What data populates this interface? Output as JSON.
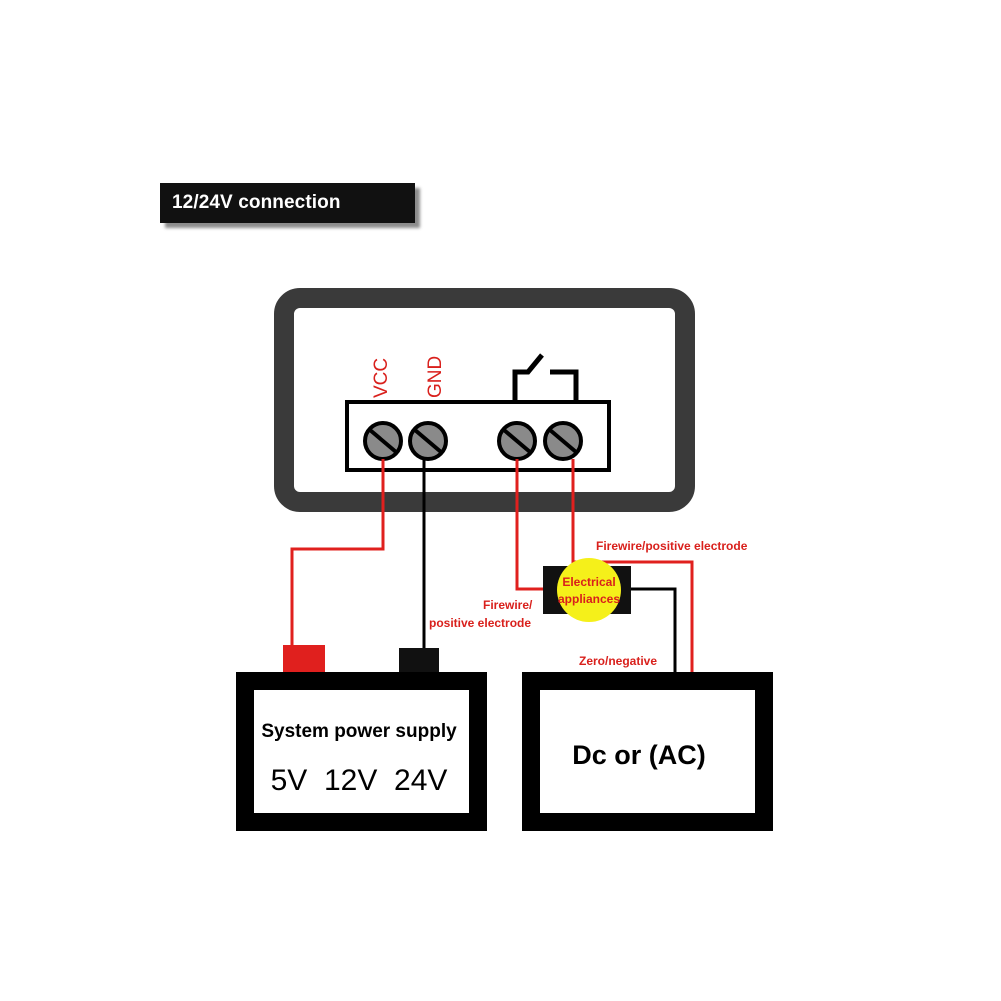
{
  "title": "12/24V connection method",
  "terminals": {
    "vcc": "VCC",
    "gnd": "GND"
  },
  "labels": {
    "firewire_right": "Firewire/positive electrode",
    "firewire_left_line1": "Firewire/",
    "firewire_left_line2": "positive electrode",
    "zero_negative": "Zero/negative",
    "appliance_line1": "Electrical",
    "appliance_line2": "appliances"
  },
  "power_supply": {
    "title": "System power supply",
    "voltages": "5V  12V  24V"
  },
  "load_supply": {
    "title": "Dc or (AC)"
  },
  "colors": {
    "wire_red": "#e0201e",
    "wire_black": "#000000",
    "label_red": "#d9201c",
    "appliance_yellow": "#f5f01a",
    "module_gray": "#3a3a3a",
    "screw_gray": "#8a8a8a"
  }
}
